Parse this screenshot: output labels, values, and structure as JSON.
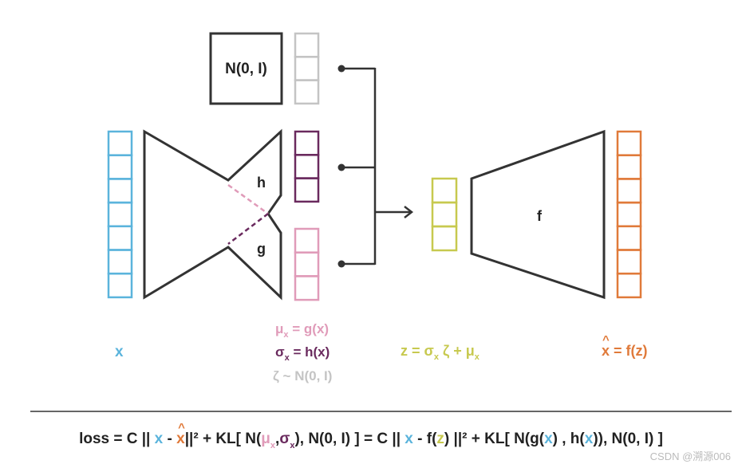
{
  "colors": {
    "x_vector": "#5bb4dc",
    "prior_vector": "#c4c4c4",
    "h_vector": "#6a2a5e",
    "g_vector": "#e09bb9",
    "z_vector": "#c7c94f",
    "xhat_vector": "#e07a3a",
    "outline": "#333333"
  },
  "prior_box": {
    "label": "N(0, I)"
  },
  "encoder": {
    "h_label": "h",
    "g_label": "g"
  },
  "decoder": {
    "f_label": "f"
  },
  "labels": {
    "x": "x",
    "mu": {
      "symbol": "μ",
      "sub": "x",
      "rhs": " = g(x)"
    },
    "sigma": {
      "symbol": "σ",
      "sub": "x",
      "rhs": " = h(x)"
    },
    "zeta": "ζ ~ N(0, I)",
    "z": {
      "lhs": "z = σ",
      "sub1": "x",
      "mid": " ζ + μ",
      "sub2": "x"
    },
    "xhat": {
      "hat": "^",
      "x": "x",
      "rhs": " = f(z)"
    }
  },
  "loss_formula": {
    "p1": "loss  =  C || ",
    "x1": "x",
    "p2": " - ",
    "xhat": "x",
    "hat": "^",
    "p3": "||² + KL[ N(",
    "mu": "μ",
    "mu_sub": "x",
    "comma1": ",",
    "sigma": "σ",
    "sigma_sub": "x",
    "p4": "), N(0, I) ]  =  C || ",
    "x2": "x",
    "p5": " - f(",
    "z": "z",
    "p6": ") ||² + KL[ N(g(",
    "x3": "x",
    "p7": ") , h(",
    "x4": "x",
    "p8": ")), N(0, I) ]"
  },
  "watermark": "CSDN @溯源006"
}
